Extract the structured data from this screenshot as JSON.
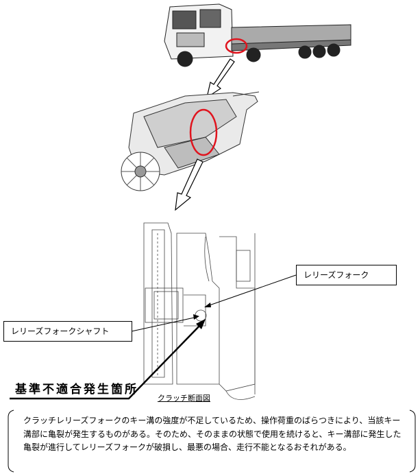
{
  "labels": {
    "release_fork": "レリーズフォーク",
    "release_fork_shaft": "レリーズフォークシャフト",
    "defect_location": "基準不適合発生箇所",
    "figure_caption": "クラッチ断面図"
  },
  "description": "クラッチレリーズフォークのキー溝の強度が不足しているため、操作荷重のばらつきにより、当該キー溝部に亀裂が発生するものがある。そのため、そのままの状態で使用を続けると、キー溝部に発生した亀裂が進行してレリーズフォークが破損し、最悪の場合、走行不能となるおそれがある。",
  "colors": {
    "highlight": "#e0141e"
  }
}
